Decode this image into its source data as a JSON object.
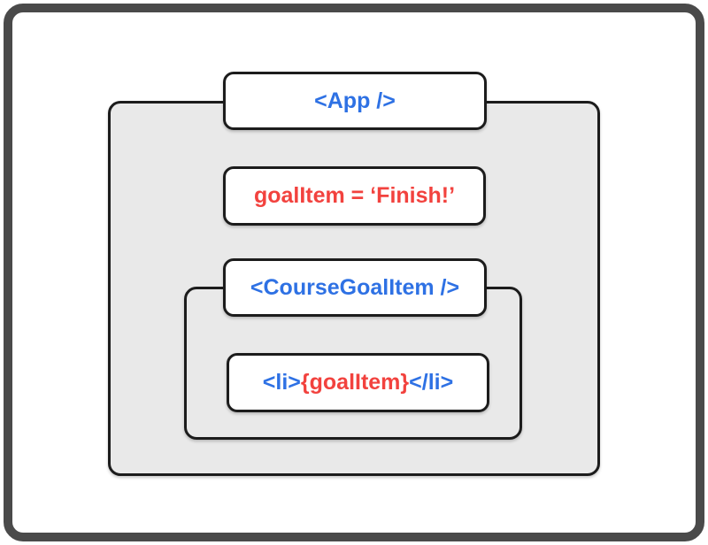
{
  "colors": {
    "blue_code": "#2e71e4",
    "red_code": "#f2423e",
    "outer_frame_border": "#4a4a4a",
    "box_border": "#1c1c1c",
    "app_scope_fill": "#e9e9e9",
    "box_fill": "#ffffff"
  },
  "diagram": {
    "app_box": {
      "label": "<App />",
      "text_color": "#2e71e4"
    },
    "goal_box": {
      "label": "goalItem = ‘Finish!’",
      "text_color": "#f2423e"
    },
    "course_goal_item_box": {
      "label": "<CourseGoalItem />",
      "text_color": "#2e71e4"
    },
    "li_box": {
      "segments": [
        {
          "text": "<li>",
          "color": "#2e71e4"
        },
        {
          "text": "{goalItem}",
          "color": "#f2423e"
        },
        {
          "text": "</li>",
          "color": "#2e71e4"
        }
      ]
    }
  }
}
